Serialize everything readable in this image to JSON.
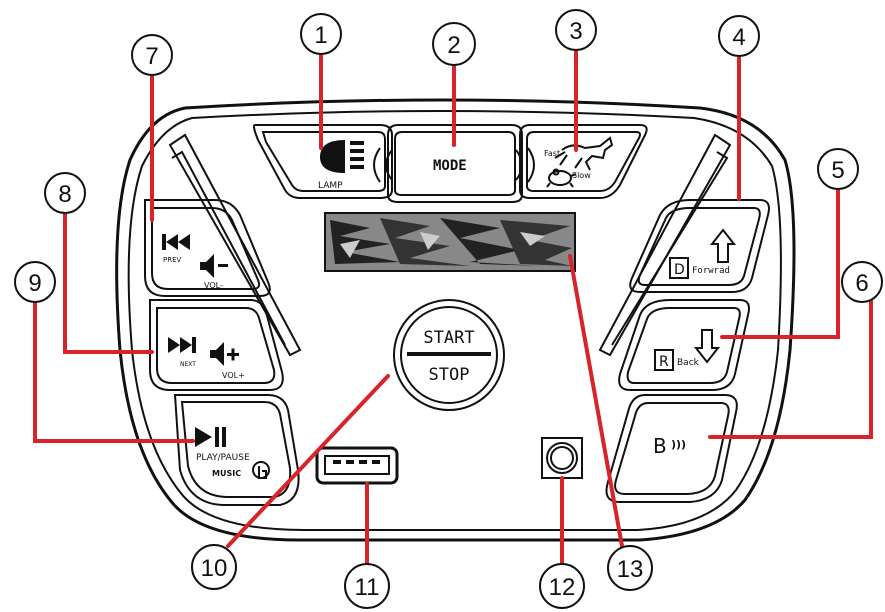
{
  "buttons": {
    "lamp": "LAMP",
    "mode": "MODE",
    "fast": "Fast",
    "slow": "Slow",
    "prev": "PREV",
    "vol_minus": "VOL-",
    "next": "NEXT",
    "vol_plus": "VOL+",
    "play_pause": "PLAY/PAUSE",
    "music": "MUSIC",
    "start": "START",
    "stop": "STOP",
    "forward_letter": "D",
    "forward_label": "Forwrad",
    "back_letter": "R",
    "back_label": "Back",
    "horn": "B",
    "horn_waves": ")))"
  },
  "callouts": [
    "1",
    "2",
    "3",
    "4",
    "5",
    "6",
    "7",
    "8",
    "9",
    "10",
    "11",
    "12",
    "13"
  ],
  "colors": {
    "leader": "#d8232a",
    "outline": "#111111"
  }
}
